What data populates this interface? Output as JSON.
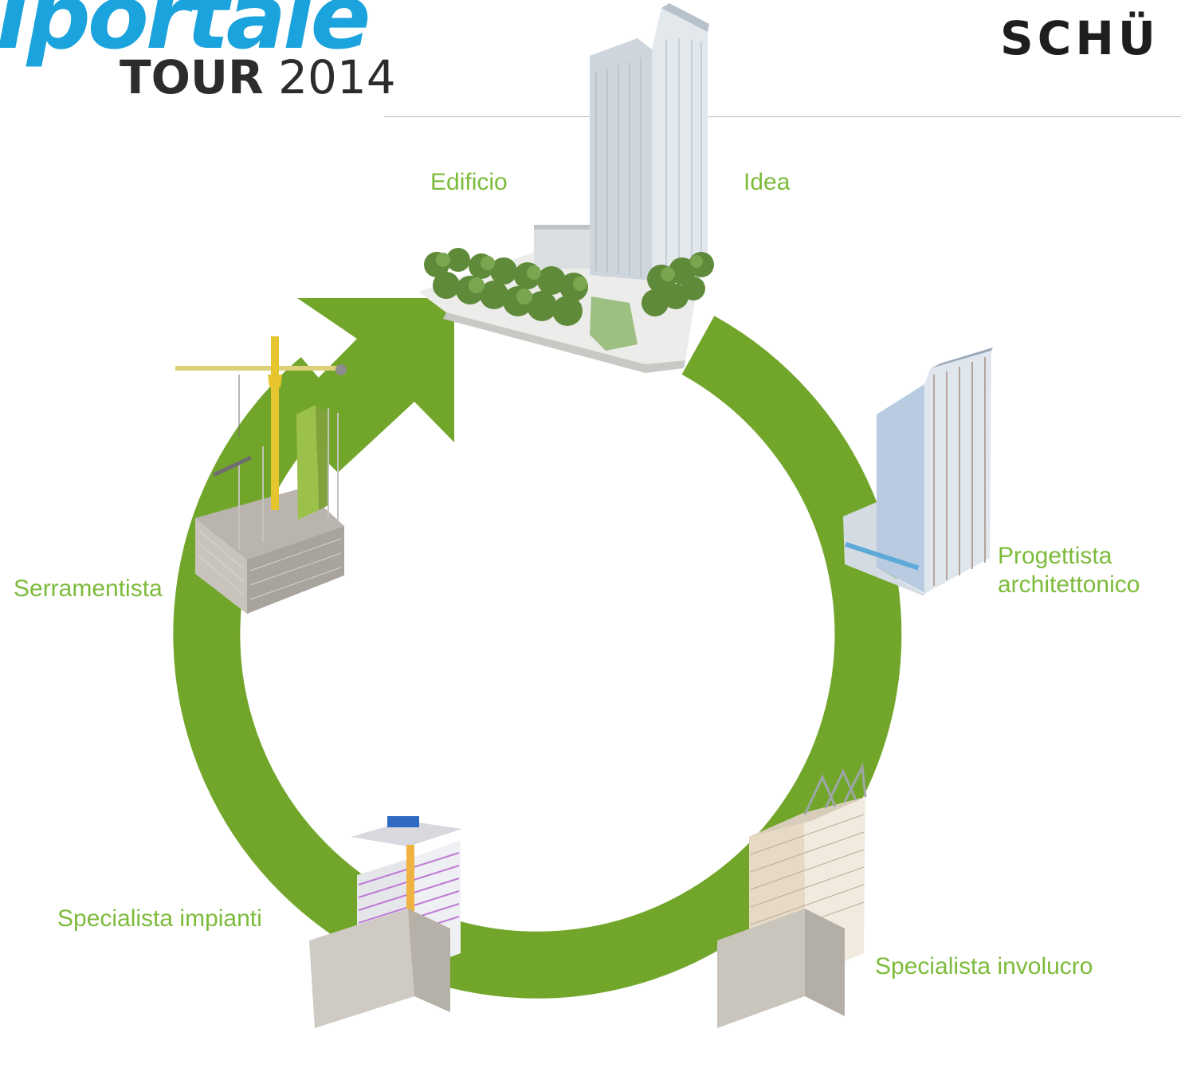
{
  "header": {
    "logo_main": "Iportale",
    "logo_tour_bold": "TOUR",
    "logo_tour_year": "2014",
    "brand_right": "SCHÜ"
  },
  "diagram": {
    "arrow_color": "#72a62b",
    "label_color": "#7dbb3c",
    "labels": {
      "edificio": "Edificio",
      "idea": "Idea",
      "progettista_line1": "Progettista",
      "progettista_line2": "architettonico",
      "serramentista": "Serramentista",
      "impianti": "Specialista impianti",
      "involucro": "Specialista involucro"
    },
    "stage_illustrations": [
      "completed-building-illustration",
      "architectural-model-illustration",
      "envelope-model-illustration",
      "mep-systems-model-illustration",
      "construction-site-illustration"
    ]
  }
}
